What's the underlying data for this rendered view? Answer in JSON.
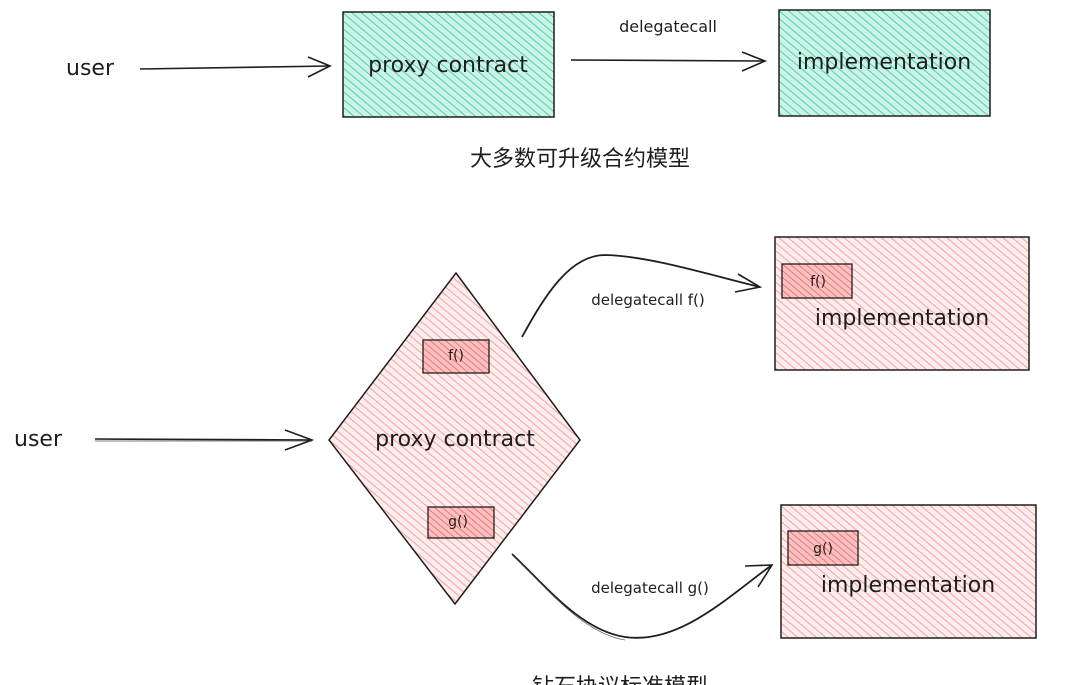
{
  "colors": {
    "stroke": "#1e1e1e",
    "teal_fill": "#b2f2e0",
    "teal_hatch": "#5ccba9",
    "pink_fill": "#ffe3e3",
    "pink_hatch": "#f0a3a3",
    "pink_strong_fill": "#ffc9c9",
    "pink_strong_hatch": "#e57a7a"
  },
  "diagram_top": {
    "user_label": "user",
    "proxy_label": "proxy contract",
    "edge_label": "delegatecall",
    "implementation_label": "implementation",
    "caption": "大多数可升级合约模型"
  },
  "diagram_bottom": {
    "user_label": "user",
    "proxy_label": "proxy contract",
    "proxy_functions": [
      "f()",
      "g()"
    ],
    "edge_f_label": "delegatecall f()",
    "edge_g_label": "delegatecall g()",
    "implementation_f": {
      "function_label": "f()",
      "label": "implementation"
    },
    "implementation_g": {
      "function_label": "g()",
      "label": "implementation"
    },
    "caption": "钻石协议标准模型"
  }
}
